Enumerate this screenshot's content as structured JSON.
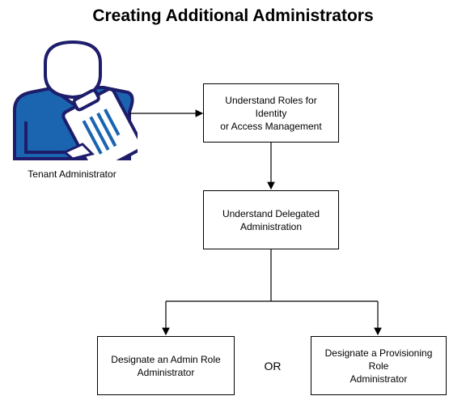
{
  "title": "Creating Additional Administrators",
  "actor": {
    "label": "Tenant Administrator",
    "icon": "user-with-clipboard-icon"
  },
  "steps": [
    {
      "line1": "Understand Roles for Identity",
      "line2": "or Access Management"
    },
    {
      "line1": "Understand Delegated",
      "line2": "Administration"
    },
    {
      "line1": "Designate an Admin Role",
      "line2": "Administrator"
    },
    {
      "line1": "Designate a Provisioning Role",
      "line2": "Administrator"
    }
  ],
  "branch_label": "OR",
  "colors": {
    "icon_blue": "#1a64b0",
    "icon_dark": "#1d1d6b",
    "stroke": "#000000"
  }
}
